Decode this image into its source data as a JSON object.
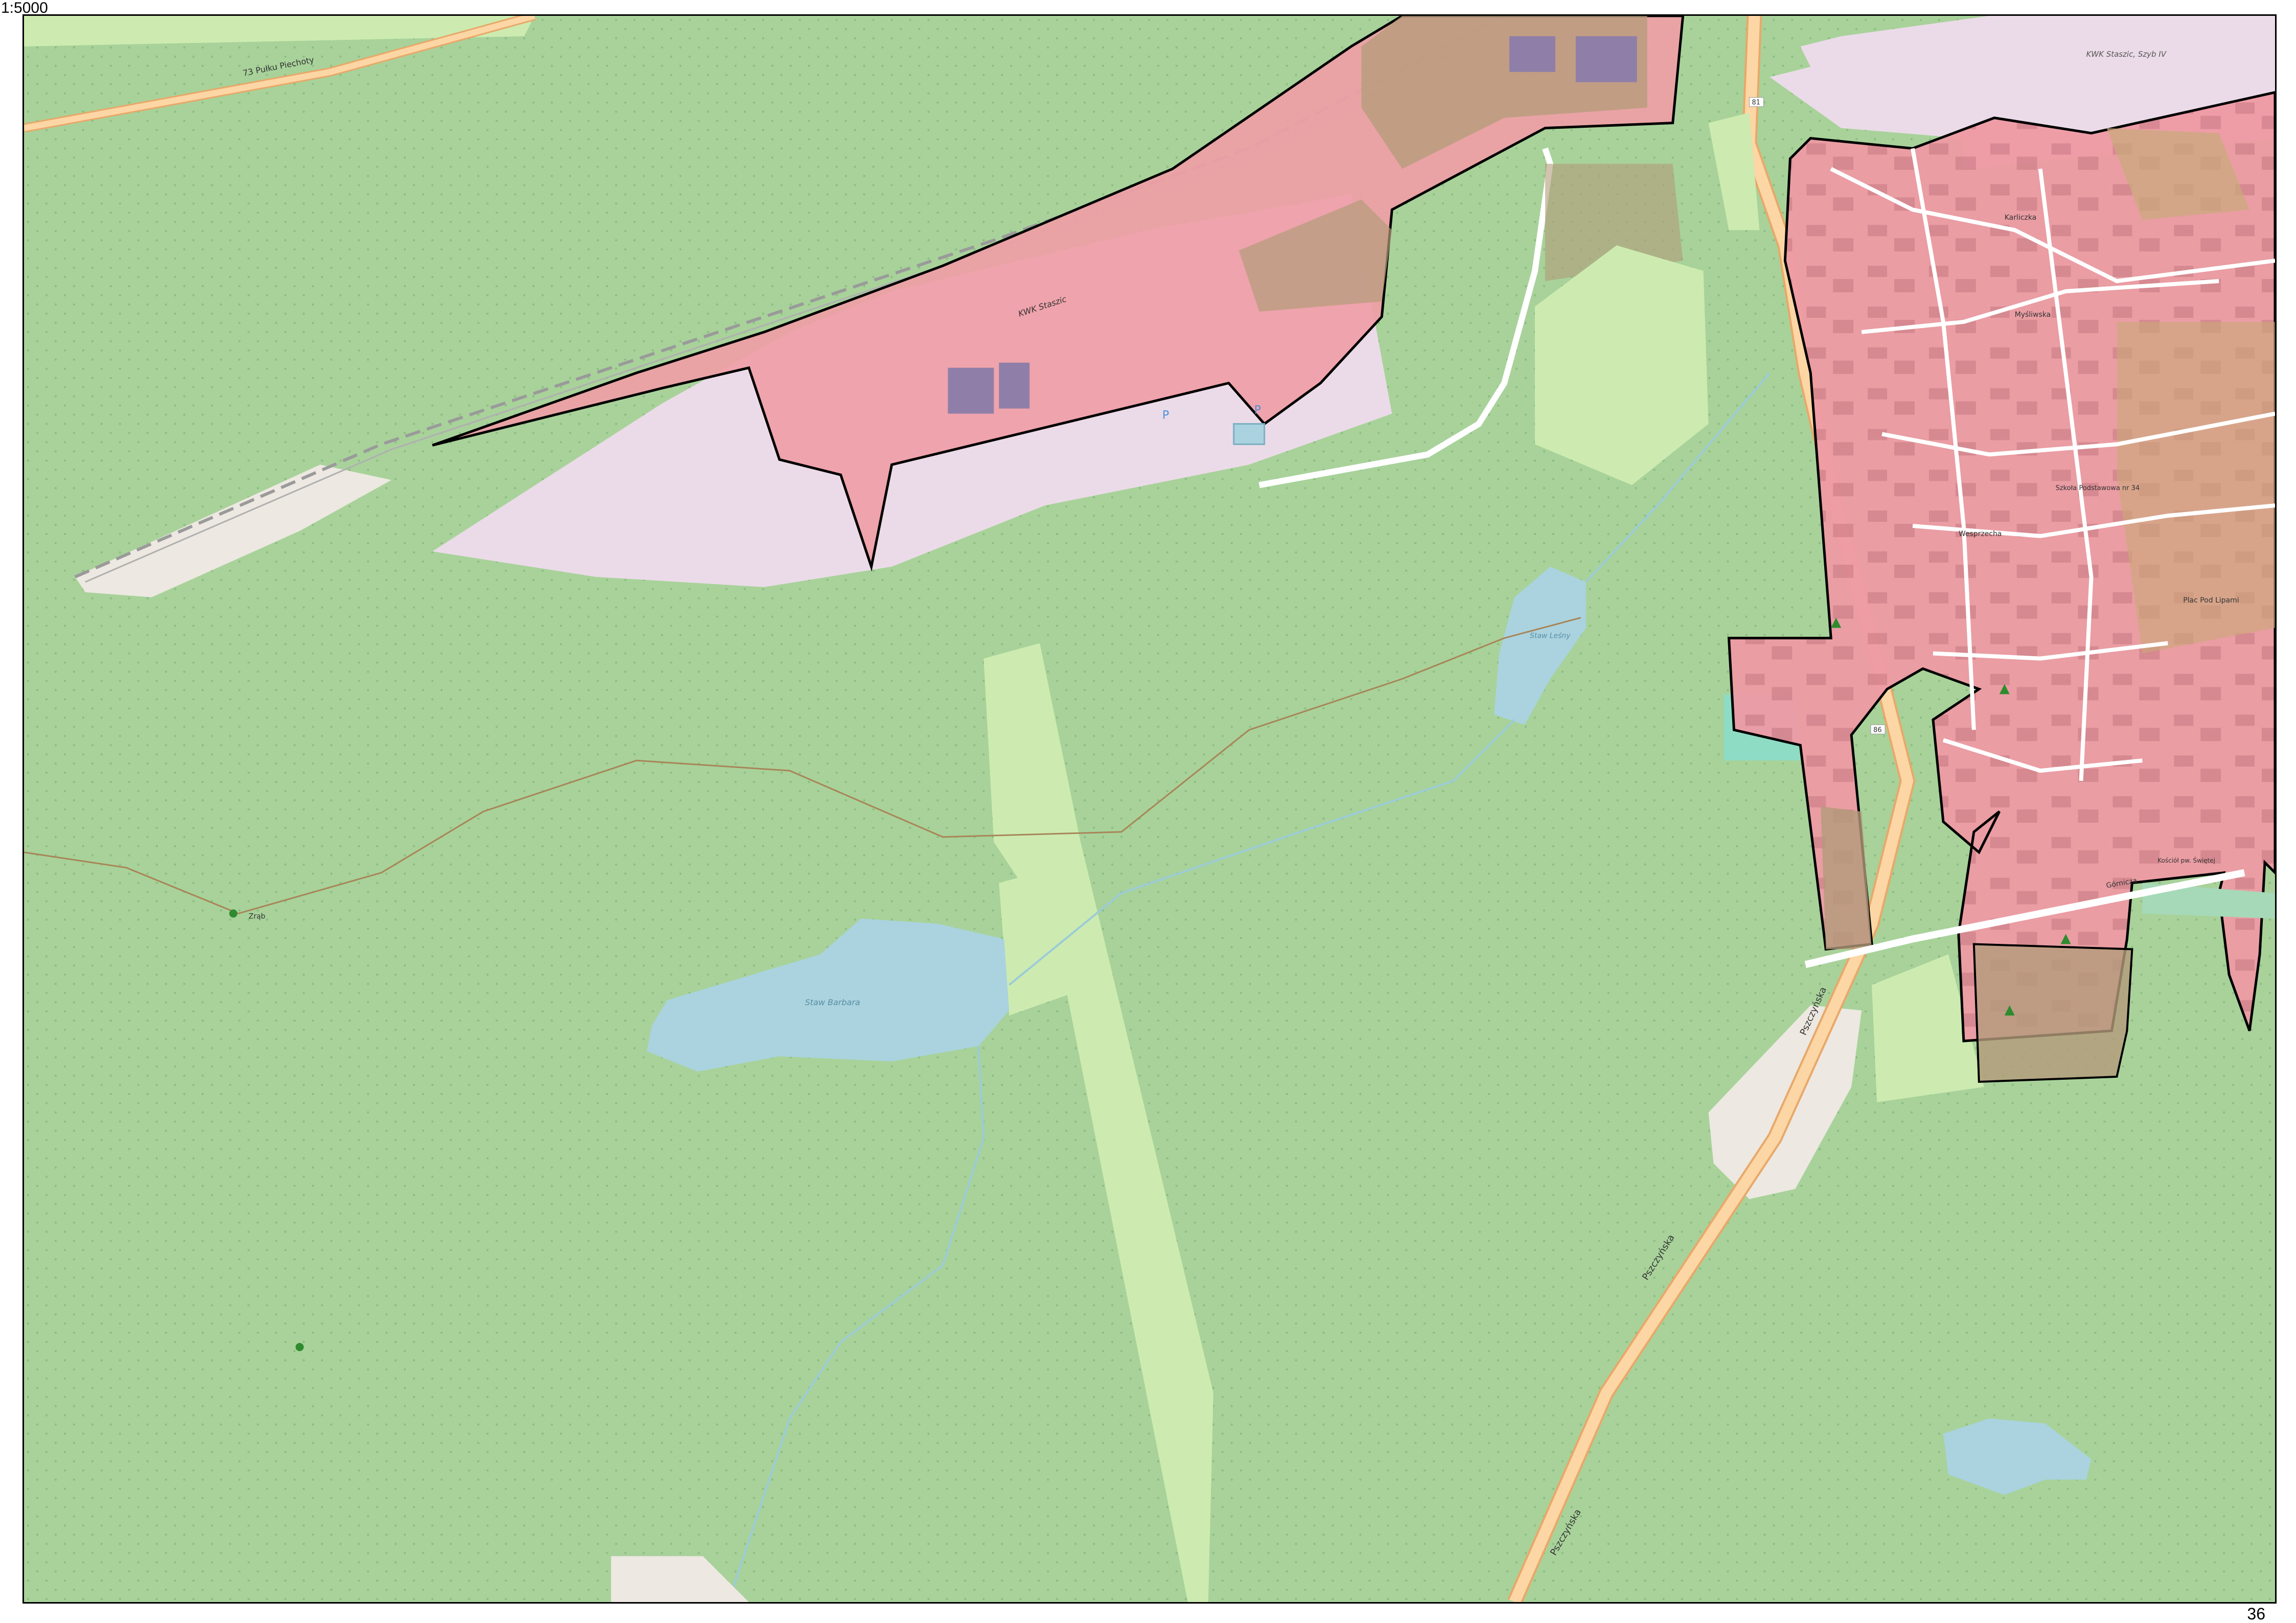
{
  "map": {
    "scale": "1:5000",
    "page_number": "36",
    "colors": {
      "forest": "#a8d29a",
      "forest_dot": "#8cbd82",
      "meadow": "#cdebb0",
      "water": "#aad3df",
      "industrial": "#ebdbe8",
      "residential_overlay": "#f0a0a8",
      "brown_area": "#b39b7a",
      "road_orange": "#fcd6a4",
      "road_border": "#e8a86a",
      "boundary": "#000000",
      "sand": "#ede8e1",
      "railway": "#999999"
    },
    "labels": {
      "street_73_pulku": "73 Pułku Piechoty",
      "kwk_staszic": "KWK Staszic",
      "kwk_staszic_shaft": "KWK Staszic, Szyb IV",
      "staw_barbara": "Staw Barbara",
      "staw_upper": "Staw Leśny",
      "road_pszczynska_1": "Pszczyńska",
      "road_pszczynska_2": "Pszczyńska",
      "road_pszczynska_3": "Pszczyńska",
      "street_mysliwska": "Myśliwska",
      "street_wesprzecha": "Wesprzecha",
      "street_karliczka": "Karliczka",
      "street_gornicza": "Górnicza",
      "place_pod_lipami": "Plac Pod Lipami",
      "road_num_86": "86",
      "road_num_81": "81",
      "plant_label": "Zrąb",
      "kosciol": "Kościół pw. Świętej",
      "szkola": "Szkoła Podstawowa nr 34"
    }
  }
}
